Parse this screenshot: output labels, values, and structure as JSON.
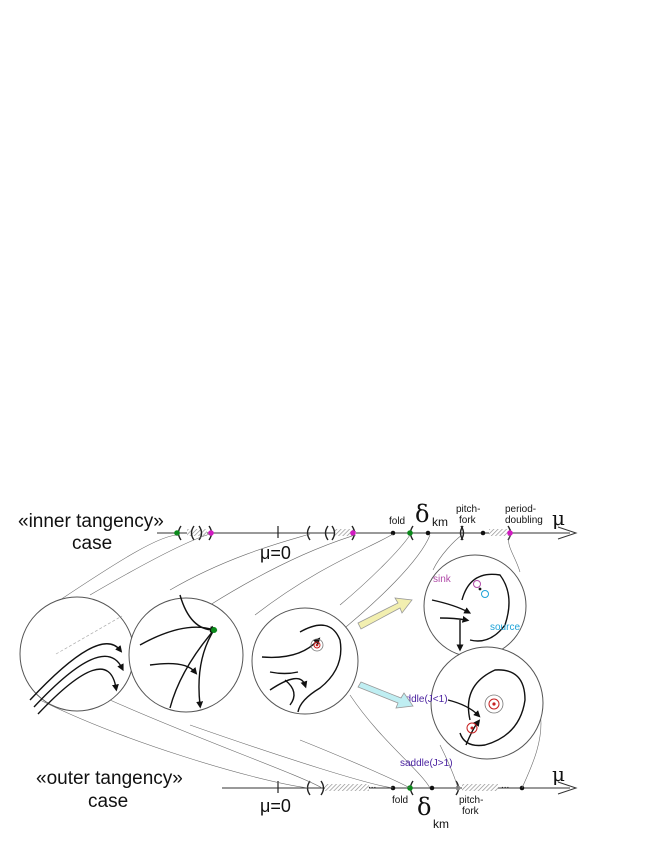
{
  "colors": {
    "sink_text": "#b04aa8",
    "source_text": "#1fa3d8",
    "saddle_text": "#4a22a0",
    "green_dot": "#0a8a1a",
    "magenta_dot": "#d21ac2",
    "red_center": "#c62020",
    "yellow_arrow": "#f2efb0",
    "cyan_arrow": "#bfeef2"
  },
  "inner": {
    "title_line1": "«inner tangency»",
    "title_line2": "case",
    "mu0_label": "μ=0",
    "fold_label": "fold",
    "delta_symbol": "δ",
    "delta_sub": "km",
    "pitchfork_line1": "pitch-",
    "pitchfork_line2": "fork",
    "period_line1": "period-",
    "period_line2": "doubling",
    "axis_symbol": "μ"
  },
  "outer": {
    "title_line1": "«outer tangency»",
    "title_line2": "case",
    "mu0_label": "μ=0",
    "dots1": "...",
    "fold_label": "fold",
    "delta_symbol": "δ",
    "delta_sub": "km",
    "pitchfork_line1": "pitch-",
    "pitchfork_line2": "fork",
    "dots2": "...",
    "axis_symbol": "μ"
  },
  "insets": {
    "sink_label": "sink",
    "source_label": "source",
    "saddle_lt_label": "saddle(J<1)",
    "saddle_gt_label": "saddle(J>1)"
  },
  "icons": [
    "arrowhead-icon",
    "fixed-point-dot-icon",
    "spiral-center-icon",
    "hatched-interval-icon"
  ]
}
